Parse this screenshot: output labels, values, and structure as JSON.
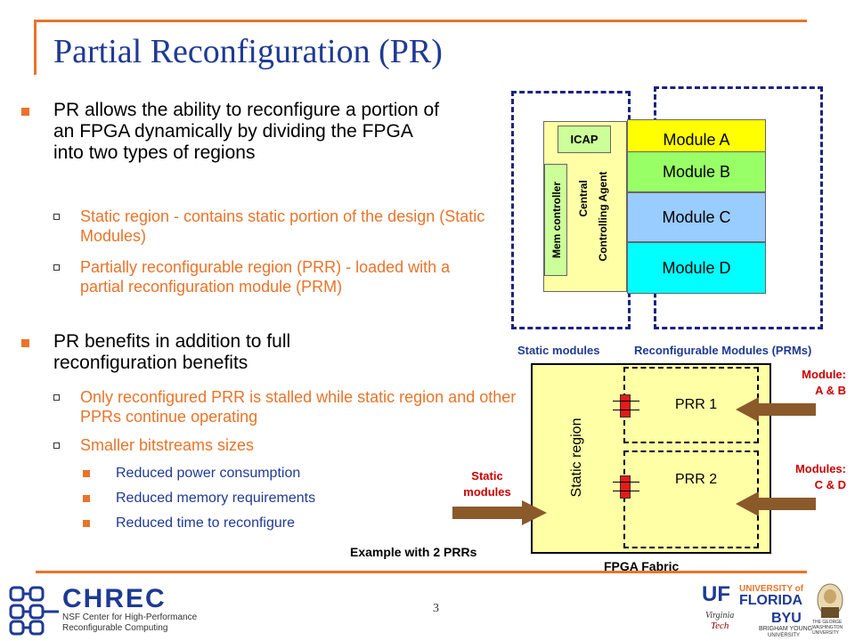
{
  "slide": {
    "title": "Partial Reconfiguration (PR)",
    "page_number": "3"
  },
  "bullets": {
    "b1": "PR allows the ability to reconfigure a portion of an FPGA dynamically by dividing the FPGA into two types of regions",
    "b1_1": "Static region - contains static portion of the design (Static Modules)",
    "b1_2": "Partially reconfigurable region (PRR) - loaded with a partial reconfiguration module (PRM)",
    "b2": "PR benefits in addition to full reconfiguration benefits",
    "b2_1": "Only reconfigured PRR is stalled while static region and other PPRs continue operating",
    "b2_2": "Smaller bitstreams sizes",
    "b2_2_1": "Reduced power consumption",
    "b2_2_2": "Reduced memory requirements",
    "b2_2_3": "Reduced time to reconfigure"
  },
  "diagram_top": {
    "icap": "ICAP",
    "mem_controller": "Mem controller",
    "central_agent_1": "Central",
    "central_agent_2": "Controlling Agent",
    "modules": [
      "Module A",
      "Module B",
      "Module C",
      "Module D"
    ],
    "static_label": "Static modules",
    "reconfig_label": "Reconfigurable Modules (PRMs)",
    "colors": {
      "module_a": "#ffff00",
      "module_b": "#99ff66",
      "module_c": "#99ccff",
      "module_d": "#00ffff"
    }
  },
  "diagram_bottom": {
    "static_region": "Static region",
    "prr1": "PRR 1",
    "prr2": "PRR 2",
    "module_ab_1": "Module:",
    "module_ab_2": "A & B",
    "module_cd_1": "Modules:",
    "module_cd_2": "C & D",
    "static_modules_1": "Static",
    "static_modules_2": "modules",
    "example": "Example with 2 PRRs",
    "fabric": "FPGA Fabric"
  },
  "footer": {
    "chrec_name": "CHREC",
    "chrec_sub1": "NSF Center for High-Performance",
    "chrec_sub2": "Reconfigurable Computing",
    "uf_1": "UNIVERSITY of",
    "uf_2": "FLORIDA",
    "vt_1": "Virginia",
    "vt_2": "Tech",
    "byu_1": "BYU",
    "byu_2": "BRIGHAM YOUNG",
    "byu_3": "UNIVERSITY",
    "gwu_1": "THE GEORGE",
    "gwu_2": "WASHINGTON",
    "gwu_3": "UNIVERSITY"
  }
}
